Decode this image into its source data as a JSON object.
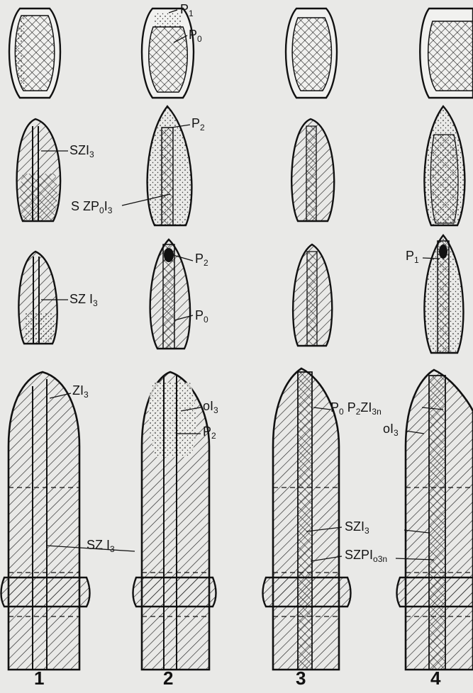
{
  "figure": {
    "columns": [
      "1",
      "2",
      "3",
      "4"
    ],
    "labels": {
      "p1_top": {
        "main": "P",
        "sub": "1"
      },
      "p0_top": {
        "main": "P",
        "sub": "0"
      },
      "szi3_row2": {
        "main": "SZI",
        "sub": "3"
      },
      "p2_row2": {
        "main": "P",
        "sub": "2"
      },
      "szp0i3_row2": {
        "main": "S ZP",
        "sub": "0",
        "main2": "I",
        "sub2": "3"
      },
      "szi3_row3": {
        "main": "SZ I",
        "sub": "3"
      },
      "p2_row3": {
        "main": "P",
        "sub": "2"
      },
      "p0_row3": {
        "main": "P",
        "sub": "0"
      },
      "p1_row3": {
        "main": "P",
        "sub": "1"
      },
      "zi3_bottom": {
        "main": "ZI",
        "sub": "3"
      },
      "oi3_bottom2": {
        "main": "oI",
        "sub": "3"
      },
      "p2_bottom2": {
        "main": "P",
        "sub": "2"
      },
      "p0p2zi3n_bottom3": {
        "main": "P",
        "sub": "0",
        "main2": "P",
        "sub2": "2",
        "main3": "ZI",
        "sub3": "3n"
      },
      "oi3_bottom4": {
        "main": "oI",
        "sub": "3"
      },
      "szi3_bottom1": {
        "main": "SZ I",
        "sub": "3"
      },
      "szi3_bottom3": {
        "main": "SZI",
        "sub": "3"
      },
      "szp0i3n_bottom3": {
        "main": "SZPI",
        "sub": "o3n"
      }
    }
  }
}
